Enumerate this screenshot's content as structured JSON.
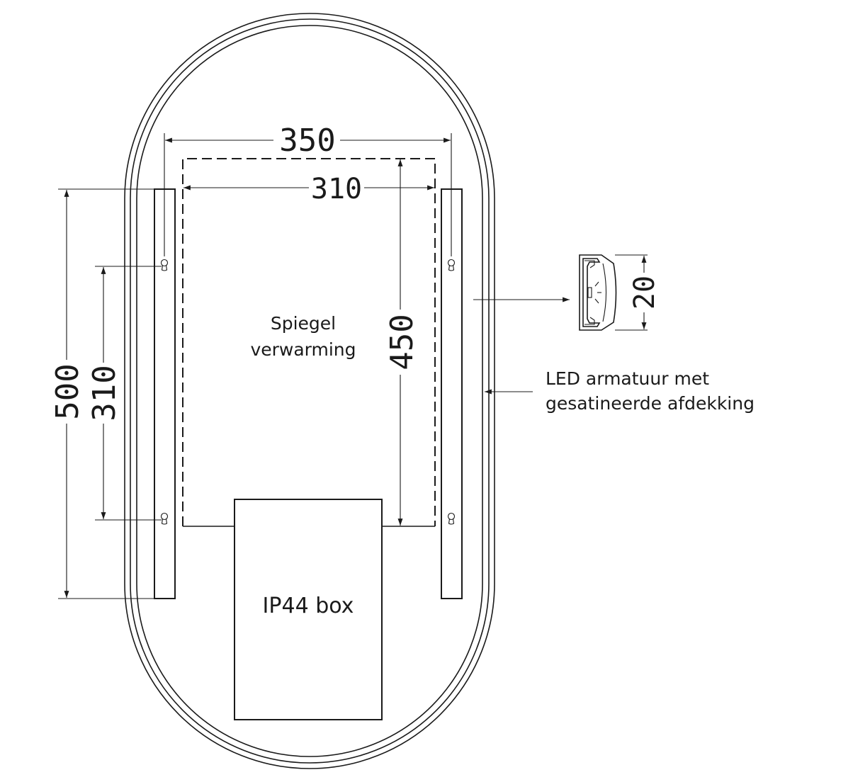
{
  "dimensions": {
    "top_width": "350",
    "inner_width": "310",
    "heater_height": "450",
    "strip_length": "500",
    "hole_spacing": "310",
    "profile_height": "20"
  },
  "labels": {
    "heater_line1": "Spiegel",
    "heater_line2": "verwarming",
    "box": "IP44 box",
    "led_line1": "LED armatuur met",
    "led_line2": "gesatineerde afdekking"
  }
}
